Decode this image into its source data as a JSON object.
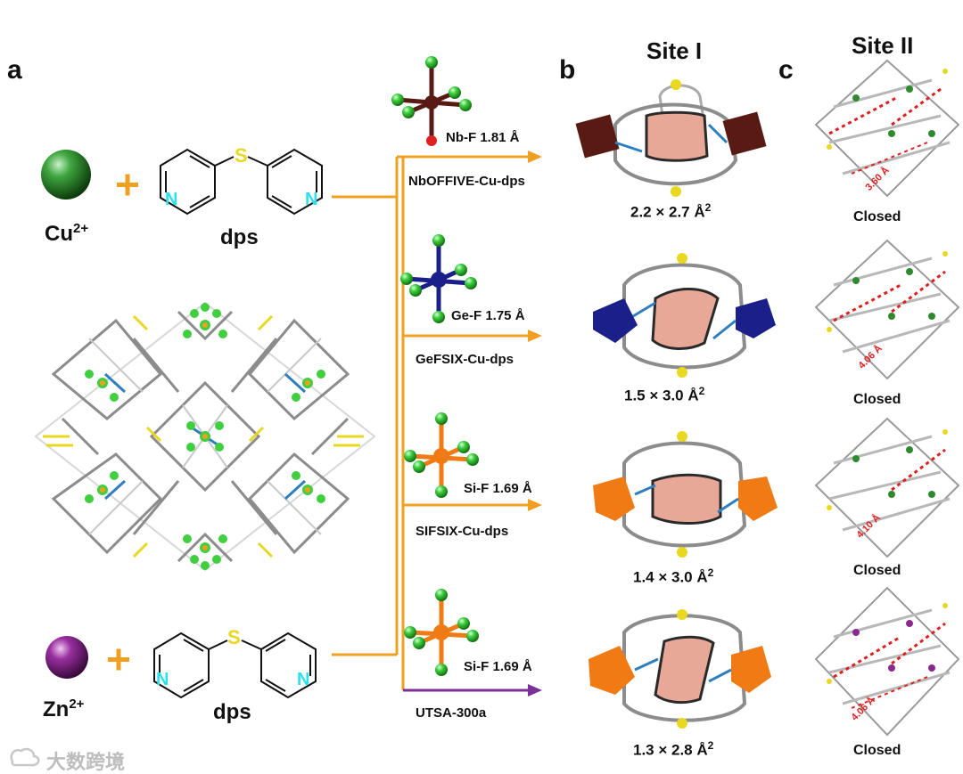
{
  "panel_letters": {
    "a": "a",
    "b": "b",
    "c": "c"
  },
  "site_titles": {
    "site1": "Site I",
    "site2": "Site II"
  },
  "reactants": {
    "cu": {
      "ion": "Cu",
      "charge": "2+",
      "color": "#2f8a2f",
      "linker": "dps"
    },
    "zn": {
      "ion": "Zn",
      "charge": "2+",
      "color": "#8a2a8f",
      "linker": "dps"
    }
  },
  "linker_atoms": {
    "sulfur": "S",
    "nitrogen": "N"
  },
  "frameworks": [
    {
      "bond": "Nb-F 1.81 Å",
      "name": "NbOFFIVE-Cu-dps",
      "arrow_color": "#f0a020",
      "anion_color": "#5a1a14",
      "window_base": "2.2 × 2.7 Å",
      "window_sup": "2",
      "gate": "3.60 Å",
      "closed": "Closed"
    },
    {
      "bond": "Ge-F 1.75 Å",
      "name": "GeFSIX-Cu-dps",
      "arrow_color": "#f0a020",
      "anion_color": "#1a1f8a",
      "window_base": "1.5 × 3.0 Å",
      "window_sup": "2",
      "gate": "4.06 Å",
      "closed": "Closed"
    },
    {
      "bond": "Si-F 1.69 Å",
      "name": "SIFSIX-Cu-dps",
      "arrow_color": "#f0a020",
      "anion_color": "#f07a14",
      "window_base": "1.4 × 3.0 Å",
      "window_sup": "2",
      "gate": "4.10 Å",
      "closed": "Closed"
    },
    {
      "bond": "Si-F 1.69 Å",
      "name": "UTSA-300a",
      "arrow_color": "#7b2f9a",
      "anion_color": "#f07a14",
      "window_base": "1.3 × 2.8 Å",
      "window_sup": "2",
      "gate": "4.06 Å",
      "closed": "Closed"
    }
  ],
  "watermark": "大数跨境",
  "colors": {
    "arrow_orange": "#f0a020",
    "arrow_purple": "#7b2f9a",
    "fluorine": "#3fcf3f",
    "sulfur": "#e8d820",
    "nitrogen": "#29e0f0",
    "copper_node": "#2f7fbf",
    "carbon": "#8c8c8c",
    "gate_dash": "#e02020"
  }
}
